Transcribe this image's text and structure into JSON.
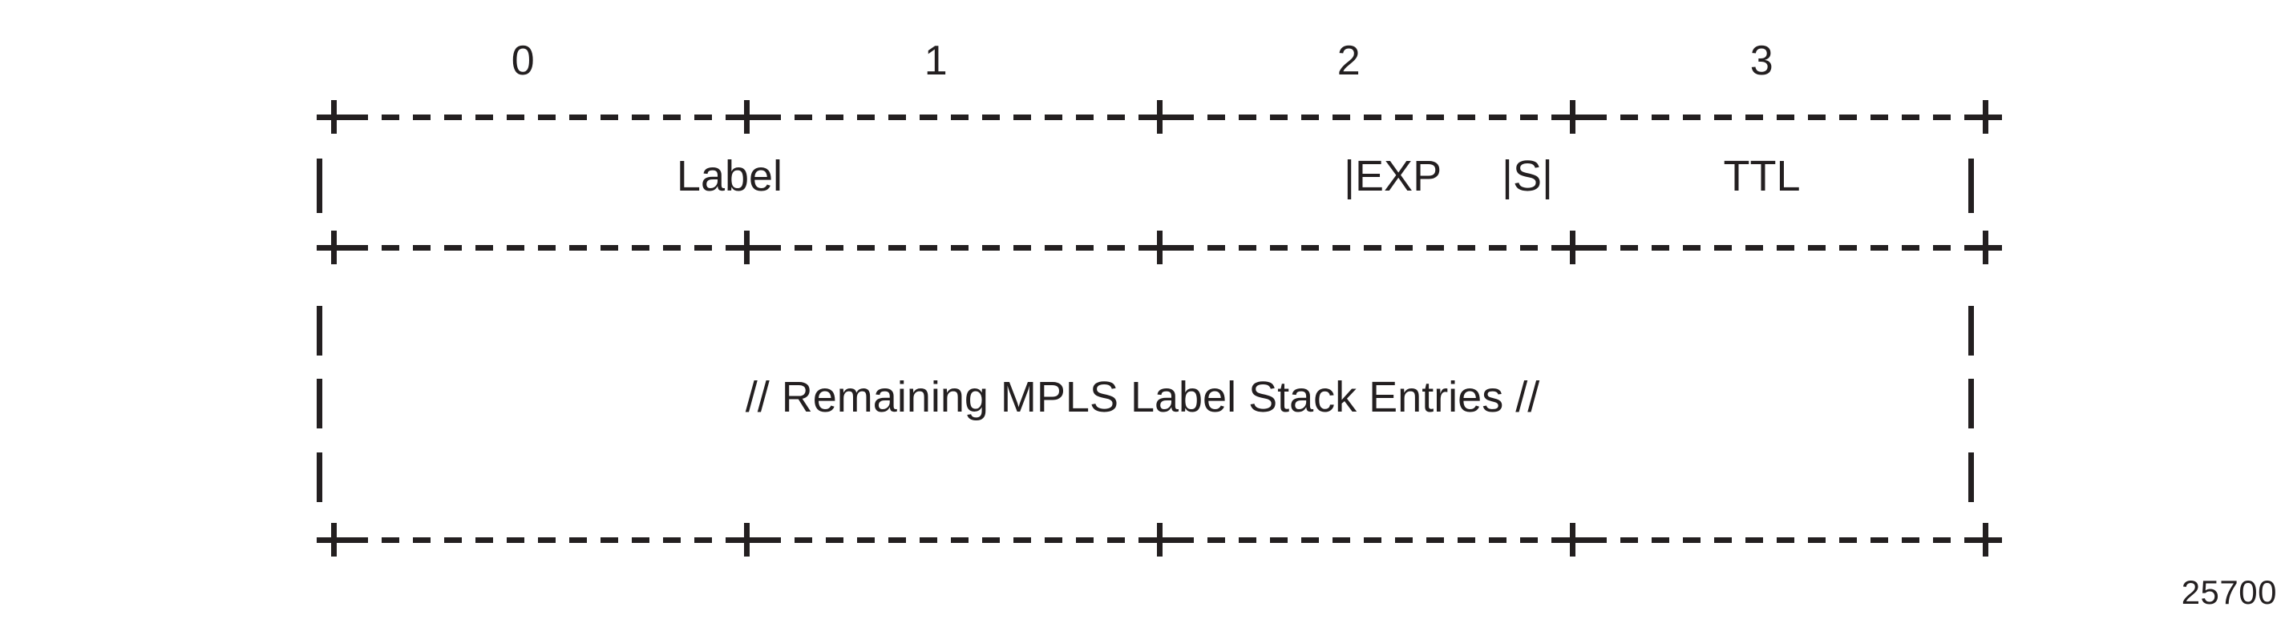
{
  "figure": {
    "id_label": "25700",
    "bit_ruler": {
      "labels": [
        "0",
        "1",
        "2",
        "3"
      ]
    },
    "header_row": {
      "left_pipe": "|",
      "right_pipe": "|",
      "fields": [
        {
          "name": "label-field",
          "text": "Label"
        },
        {
          "name": "exp-field",
          "text": "|EXP"
        },
        {
          "name": "s-field",
          "text": "|S|"
        },
        {
          "name": "ttl-field",
          "text": "TTL"
        }
      ]
    },
    "payload_row": {
      "text": "// Remaining MPLS Label Stack Entries //",
      "left_pipe": "|",
      "right_pipe": "|"
    },
    "separators": {
      "corner_glyph": "+",
      "dash_glyph": "-",
      "count": 3
    },
    "colors": {
      "ink": "#231f20",
      "paper": "#ffffff"
    }
  }
}
